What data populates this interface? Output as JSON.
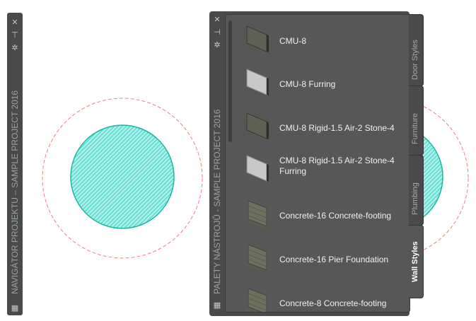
{
  "navigator": {
    "title": "NAVIGÁTOR PROJEKTU – SAMPLE PROJECT 2016"
  },
  "palette": {
    "title": "PALETY NÁSTROJŮ - SAMPLE PROJECT 2016",
    "tabs": [
      {
        "label": "Door Styles"
      },
      {
        "label": "Furniture"
      },
      {
        "label": "Plumbing"
      },
      {
        "label": "Wall Styles",
        "active": true
      }
    ],
    "items": [
      {
        "label": "CMU-8",
        "icon": "dark-wall"
      },
      {
        "label": "CMU-8 Furring",
        "icon": "light-wall"
      },
      {
        "label": "CMU-8 Rigid-1.5 Air-2 Stone-4",
        "icon": "dark-wall"
      },
      {
        "label": "CMU-8 Rigid-1.5 Air-2 Stone-4 Furring",
        "icon": "light-wall"
      },
      {
        "label": "Concrete-16 Concrete-footing",
        "icon": "footing-wall"
      },
      {
        "label": "Concrete-16 Pier Foundation",
        "icon": "footing-wall"
      },
      {
        "label": "Concrete-8 Concrete-footing",
        "icon": "footing-wall"
      }
    ]
  },
  "colors": {
    "hatch": "#2fd4c0",
    "dashed": "#f08080"
  }
}
